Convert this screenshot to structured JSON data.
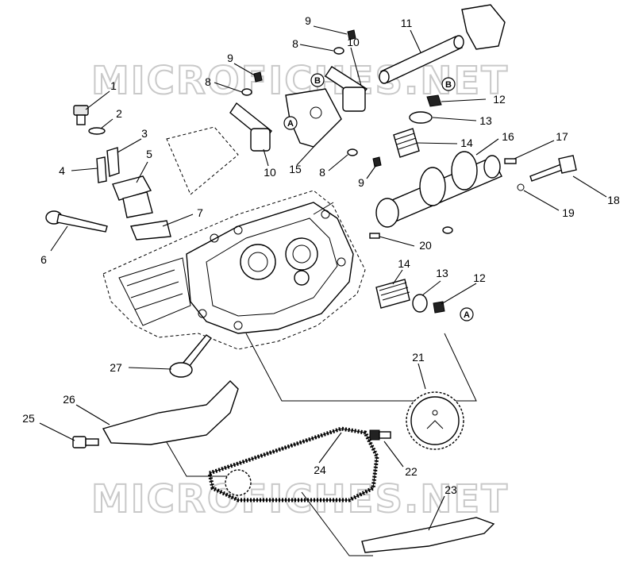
{
  "watermark": {
    "top": "MICROFICHES.NET",
    "bottom": "MICROFICHES.NET"
  },
  "callouts": [
    {
      "id": "c1",
      "text": "1"
    },
    {
      "id": "c2",
      "text": "2"
    },
    {
      "id": "c3",
      "text": "3"
    },
    {
      "id": "c4",
      "text": "4"
    },
    {
      "id": "c5",
      "text": "5"
    },
    {
      "id": "c6",
      "text": "6"
    },
    {
      "id": "c7",
      "text": "7"
    },
    {
      "id": "c8a",
      "text": "8"
    },
    {
      "id": "c8b",
      "text": "8"
    },
    {
      "id": "c8c",
      "text": "8"
    },
    {
      "id": "c9a",
      "text": "9"
    },
    {
      "id": "c9b",
      "text": "9"
    },
    {
      "id": "c9c",
      "text": "9"
    },
    {
      "id": "c10a",
      "text": "10"
    },
    {
      "id": "c10b",
      "text": "10"
    },
    {
      "id": "c11",
      "text": "11"
    },
    {
      "id": "c12a",
      "text": "12"
    },
    {
      "id": "c12b",
      "text": "12"
    },
    {
      "id": "c13a",
      "text": "13"
    },
    {
      "id": "c13b",
      "text": "13"
    },
    {
      "id": "c14a",
      "text": "14"
    },
    {
      "id": "c14b",
      "text": "14"
    },
    {
      "id": "c15",
      "text": "15"
    },
    {
      "id": "c16",
      "text": "16"
    },
    {
      "id": "c17",
      "text": "17"
    },
    {
      "id": "c18",
      "text": "18"
    },
    {
      "id": "c19",
      "text": "19"
    },
    {
      "id": "c20",
      "text": "20"
    },
    {
      "id": "c21",
      "text": "21"
    },
    {
      "id": "c22",
      "text": "22"
    },
    {
      "id": "c23",
      "text": "23"
    },
    {
      "id": "c24",
      "text": "24"
    },
    {
      "id": "c25",
      "text": "25"
    },
    {
      "id": "c26",
      "text": "26"
    },
    {
      "id": "c27",
      "text": "27"
    }
  ],
  "reference_markers": {
    "a1": "A",
    "a2": "A",
    "b1": "B",
    "b2": "B"
  }
}
